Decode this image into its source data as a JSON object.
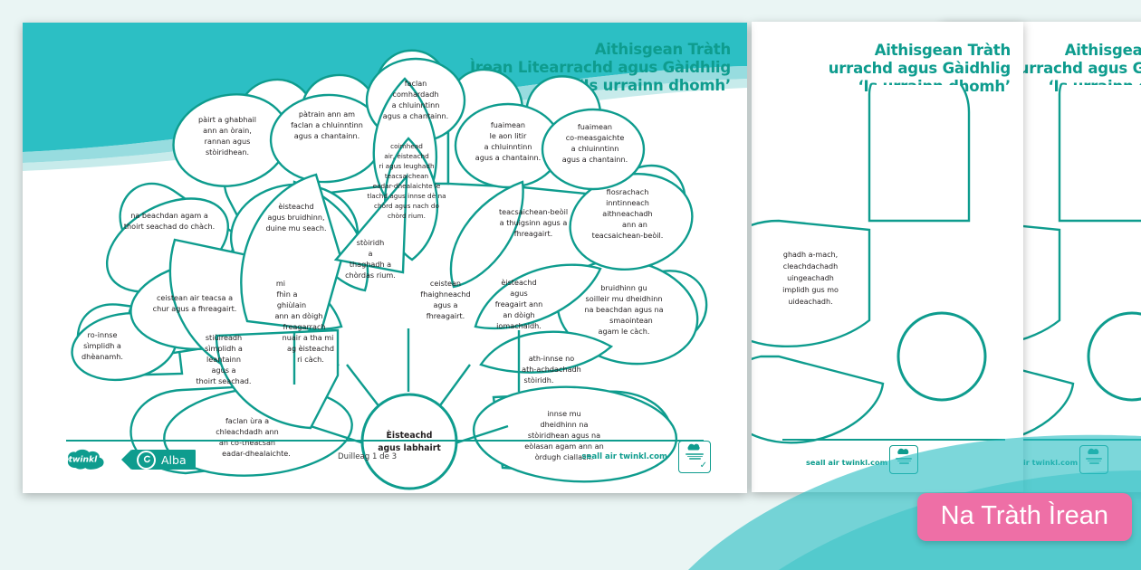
{
  "theme": {
    "teal": "#2CBFC4",
    "teal_dark": "#0E9C8E",
    "pink": "#EE6FA6",
    "background": "#eaf5f4",
    "page": "#ffffff"
  },
  "title": {
    "line1": "Aithisgean Tràth",
    "line2": "Ìrean Litearrachd agus Gàidhlig",
    "line3": "‘Is urrainn dhomh’",
    "back_line2": "urrachd agus Gàidhlig"
  },
  "center": {
    "line1": "Èisteachd",
    "line2": "agus labhairt"
  },
  "petals": [
    {
      "id": "p01",
      "lines": [
        "faclan",
        "comhardadh",
        "a chluinntinn",
        "agus a chantainn."
      ]
    },
    {
      "id": "p02",
      "lines": [
        "pàirt a ghabhail",
        "ann an òrain,",
        "rannan agus",
        "stòiridhean."
      ]
    },
    {
      "id": "p03",
      "lines": [
        "pàtrain ann am",
        "faclan a chluinntinn",
        "agus a chantainn."
      ]
    },
    {
      "id": "p04",
      "lines": [
        "coimhead",
        "air, èisteachd",
        "ri agus leughadh",
        "teacsaichean",
        "eadar-dhealaichte le",
        "tlachd agus innse dè na",
        "chòrd agus nach do",
        "chòrd rium."
      ]
    },
    {
      "id": "p05",
      "lines": [
        "fuaimean",
        "le aon litir",
        "a chluinntinn",
        "agus a chantainn."
      ]
    },
    {
      "id": "p06",
      "lines": [
        "fuaimean",
        "co-measgaichte",
        "a chluinntinn",
        "agus a chantainn."
      ]
    },
    {
      "id": "p07",
      "lines": [
        "na beachdan agam a",
        "thoirt seachad do chàch."
      ]
    },
    {
      "id": "p08",
      "lines": [
        "èisteachd",
        "agus bruidhinn,",
        "duine mu seach."
      ]
    },
    {
      "id": "p09",
      "lines": [
        "stòiridh",
        "a",
        "thaghadh a",
        "chòrdas rium."
      ]
    },
    {
      "id": "p10",
      "lines": [
        "teacsaichean-beòil",
        "a thuigsinn agus a",
        "fhreagairt."
      ]
    },
    {
      "id": "p11",
      "lines": [
        "fiosrachach",
        "inntinneach",
        "aithneachadh",
        "ann an",
        "teacsaichean-beòil."
      ]
    },
    {
      "id": "p12",
      "lines": [
        "ceistean air teacsa a",
        "chur agus a fhreagairt."
      ]
    },
    {
      "id": "p13",
      "lines": [
        "mi",
        "fhìn a",
        "ghiùlain",
        "ann an dòigh",
        "freagarrach",
        "nuair a tha mi",
        "ag èisteachd",
        "ri càch."
      ]
    },
    {
      "id": "p14",
      "lines": [
        "ceistean",
        "fhaighneachd",
        "agus a",
        "fhreagairt."
      ]
    },
    {
      "id": "p15",
      "lines": [
        "èisteachd",
        "agus",
        "freagairt ann",
        "an dòigh",
        "iomachaidh."
      ]
    },
    {
      "id": "p16",
      "lines": [
        "bruidhinn gu",
        "soilleir mu dheidhinn",
        "na beachdan agus na",
        "smaointean",
        "agam le càch."
      ]
    },
    {
      "id": "p17",
      "lines": [
        "ro-innse",
        "sìmplidh a",
        "dhèanamh."
      ]
    },
    {
      "id": "p18",
      "lines": [
        "stiùireadh",
        "sìmplidh a",
        "leantainn",
        "agus a",
        "thoirt seachad."
      ]
    },
    {
      "id": "p19",
      "lines": [
        "faclan ùra a",
        "chleachdadh ann",
        "an co-theacsan",
        "eadar-dhealaichte."
      ]
    },
    {
      "id": "p20",
      "lines": [
        "ath-innse no",
        "ath-achdachadh",
        "stòiridh."
      ]
    },
    {
      "id": "p21",
      "lines": [
        "innse mu",
        "dheidhinn na",
        "stòiridhean agus na",
        "eòlasan agam ann an",
        "òrdugh ciallach."
      ]
    }
  ],
  "back_page_petal": {
    "lines": [
      "ghadh a-mach,",
      "cleachdachadh",
      "uingeachadh",
      "implidh gus mo",
      "uideachadh."
    ]
  },
  "footer": {
    "brand": "twinkl",
    "alba": "Alba",
    "page_number": "Duilleag 1 de 3",
    "see_at": "seall air twinkl.com"
  },
  "pink_badge": {
    "label": "Na Tràth Ìrean"
  }
}
